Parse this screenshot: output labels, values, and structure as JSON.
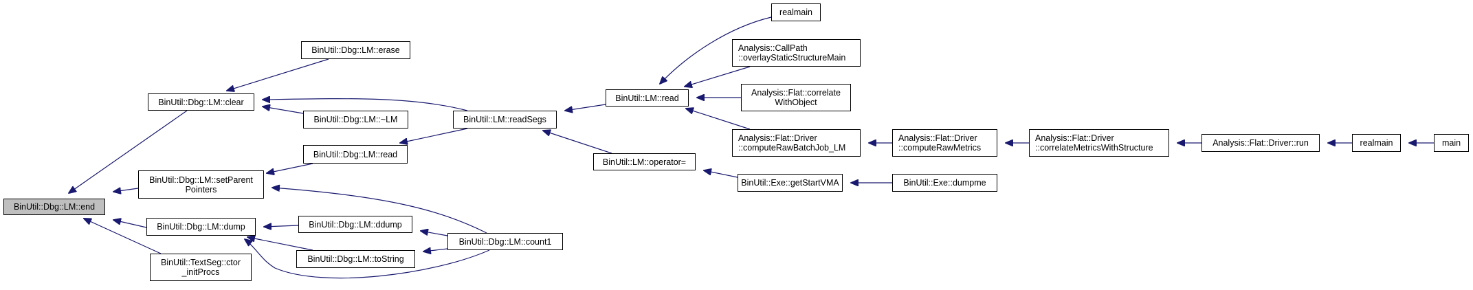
{
  "diagram": {
    "type": "caller-graph",
    "colors": {
      "edge": "#191970",
      "current_node_fill": "#bfbfbf",
      "node_fill": "#ffffff",
      "node_border": "#000000"
    },
    "nodes": [
      {
        "id": "end",
        "label": "BinUtil::Dbg::LM::end",
        "current": true
      },
      {
        "id": "clear",
        "label": "BinUtil::Dbg::LM::clear"
      },
      {
        "id": "setParentPointers",
        "label": "BinUtil::Dbg::LM::setParent\nPointers"
      },
      {
        "id": "dump",
        "label": "BinUtil::Dbg::LM::dump"
      },
      {
        "id": "ctor_initProcs",
        "label": "BinUtil::TextSeg::ctor\n_initProcs"
      },
      {
        "id": "erase",
        "label": "BinUtil::Dbg::LM::erase"
      },
      {
        "id": "dtor",
        "label": "BinUtil::Dbg::LM::~LM"
      },
      {
        "id": "dbgread",
        "label": "BinUtil::Dbg::LM::read"
      },
      {
        "id": "ddump",
        "label": "BinUtil::Dbg::LM::ddump"
      },
      {
        "id": "toString",
        "label": "BinUtil::Dbg::LM::toString"
      },
      {
        "id": "readSegs",
        "label": "BinUtil::LM::readSegs"
      },
      {
        "id": "count1",
        "label": "BinUtil::Dbg::LM::count1"
      },
      {
        "id": "lmread",
        "label": "BinUtil::LM::read"
      },
      {
        "id": "operatorEq",
        "label": "BinUtil::LM::operator="
      },
      {
        "id": "realmain1",
        "label": "realmain"
      },
      {
        "id": "overlay",
        "label": "Analysis::CallPath\n::overlayStaticStructureMain"
      },
      {
        "id": "correlateWithObject",
        "label": "Analysis::Flat::correlate\nWithObject"
      },
      {
        "id": "computeRawBatchJob",
        "label": "Analysis::Flat::Driver\n::computeRawBatchJob_LM"
      },
      {
        "id": "getStartVMA",
        "label": "BinUtil::Exe::getStartVMA"
      },
      {
        "id": "computeRawMetrics",
        "label": "Analysis::Flat::Driver\n::computeRawMetrics"
      },
      {
        "id": "dumpme",
        "label": "BinUtil::Exe::dumpme"
      },
      {
        "id": "correlateMetrics",
        "label": "Analysis::Flat::Driver\n::correlateMetricsWithStructure"
      },
      {
        "id": "run",
        "label": "Analysis::Flat::Driver::run"
      },
      {
        "id": "realmain2",
        "label": "realmain"
      },
      {
        "id": "main",
        "label": "main"
      }
    ],
    "edges": [
      {
        "from": "clear",
        "to": "end"
      },
      {
        "from": "setParentPointers",
        "to": "end"
      },
      {
        "from": "dump",
        "to": "end"
      },
      {
        "from": "ctor_initProcs",
        "to": "end"
      },
      {
        "from": "erase",
        "to": "clear"
      },
      {
        "from": "readSegs",
        "to": "clear"
      },
      {
        "from": "dtor",
        "to": "clear"
      },
      {
        "from": "dbgread",
        "to": "setParentPointers"
      },
      {
        "from": "count1",
        "to": "setParentPointers"
      },
      {
        "from": "ddump",
        "to": "dump"
      },
      {
        "from": "toString",
        "to": "dump"
      },
      {
        "from": "count1",
        "to": "dump"
      },
      {
        "from": "readSegs",
        "to": "dbgread"
      },
      {
        "from": "count1",
        "to": "ddump"
      },
      {
        "from": "count1",
        "to": "toString"
      },
      {
        "from": "lmread",
        "to": "readSegs"
      },
      {
        "from": "operatorEq",
        "to": "readSegs"
      },
      {
        "from": "realmain1",
        "to": "lmread"
      },
      {
        "from": "overlay",
        "to": "lmread"
      },
      {
        "from": "correlateWithObject",
        "to": "lmread"
      },
      {
        "from": "computeRawBatchJob",
        "to": "lmread"
      },
      {
        "from": "getStartVMA",
        "to": "operatorEq"
      },
      {
        "from": "computeRawMetrics",
        "to": "computeRawBatchJob"
      },
      {
        "from": "dumpme",
        "to": "getStartVMA"
      },
      {
        "from": "correlateMetrics",
        "to": "computeRawMetrics"
      },
      {
        "from": "run",
        "to": "correlateMetrics"
      },
      {
        "from": "realmain2",
        "to": "run"
      },
      {
        "from": "main",
        "to": "realmain2"
      }
    ]
  }
}
